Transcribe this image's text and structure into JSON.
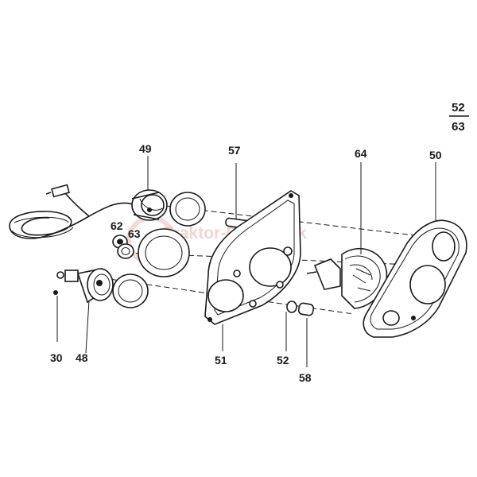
{
  "page_ref": {
    "numerator": "52",
    "denominator": "63"
  },
  "watermark": "Traktor-Partner.sk",
  "colors": {
    "ink": "#1a1a1a",
    "watermark": "#e9b3ab",
    "background": "#ffffff"
  },
  "parts": {
    "p30": "30",
    "p48": "48",
    "p49": "49",
    "p50": "50",
    "p51": "51",
    "p52": "52",
    "p57": "57",
    "p58": "58",
    "p62": "62",
    "p63": "63",
    "p64": "64"
  }
}
